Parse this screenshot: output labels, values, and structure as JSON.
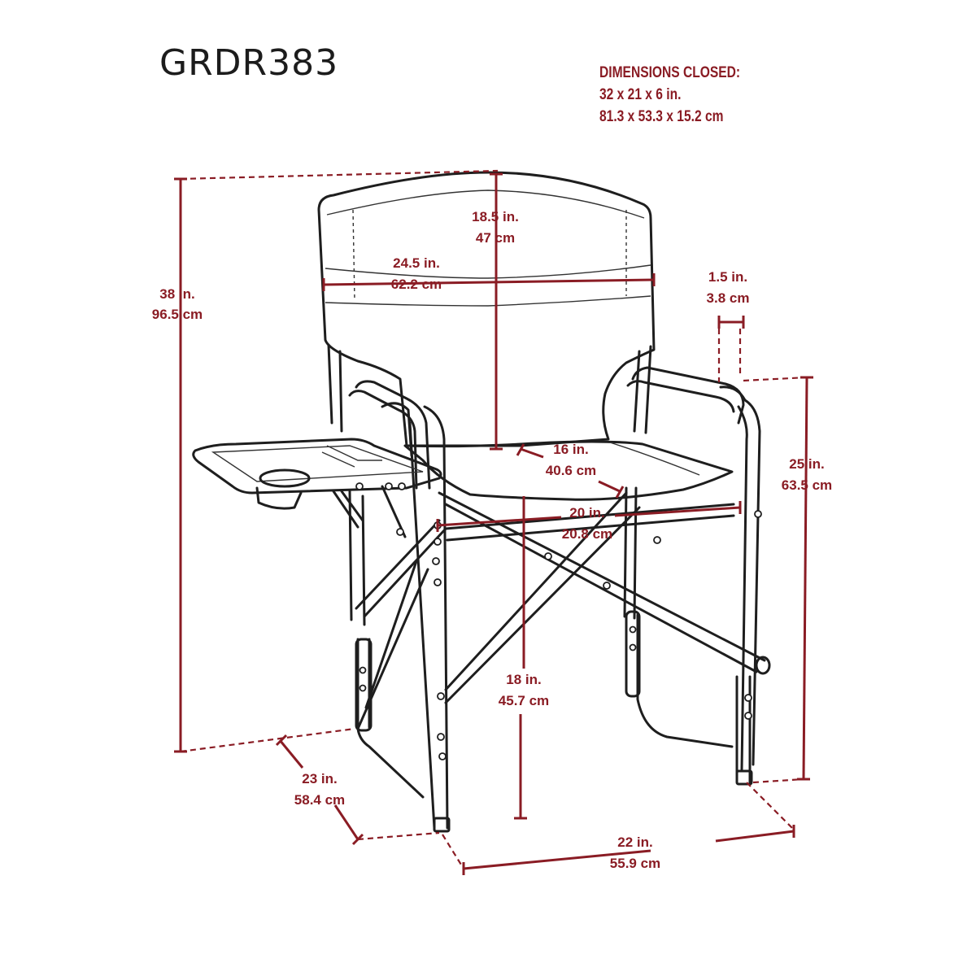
{
  "title": "GRDR383",
  "closed": {
    "heading": "DIMENSIONS CLOSED:",
    "imperial": "32  x  21  x  6 in.",
    "metric": "81.3  x  53.3  x  15.2 cm"
  },
  "dimensions": {
    "total_height": {
      "in": "38 in.",
      "cm": "96.5 cm"
    },
    "back_height": {
      "in": "18.5 in.",
      "cm": "47 cm"
    },
    "back_width": {
      "in": "24.5 in.",
      "cm": "62.2 cm"
    },
    "armrest_width": {
      "in": "1.5 in.",
      "cm": "3.8 cm"
    },
    "arm_height": {
      "in": "25 in.",
      "cm": "63.5 cm"
    },
    "seat_depth": {
      "in": "16 in.",
      "cm": "40.6 cm"
    },
    "seat_width": {
      "in": "20 in.",
      "cm": "20.8 cm"
    },
    "seat_height": {
      "in": "18 in.",
      "cm": "45.7 cm"
    },
    "depth": {
      "in": "23 in.",
      "cm": "58.4 cm"
    },
    "width": {
      "in": "22 in.",
      "cm": "55.9 cm"
    }
  }
}
